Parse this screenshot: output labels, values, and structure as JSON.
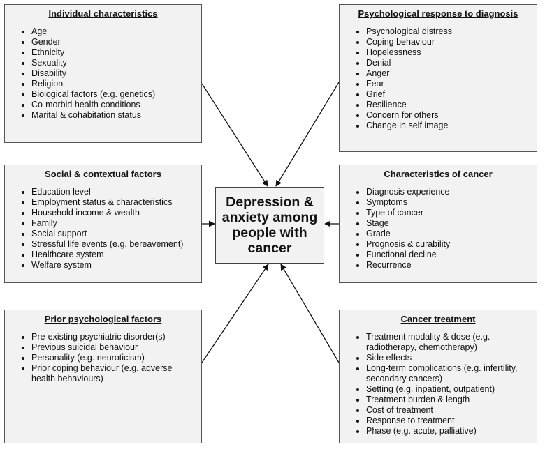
{
  "center": {
    "label": "Depression & anxiety among people with cancer"
  },
  "boxes": {
    "individual": {
      "title": "Individual characteristics",
      "items": [
        "Age",
        "Gender",
        "Ethnicity",
        "Sexuality",
        "Disability",
        "Religion",
        "Biological factors (e.g. genetics)",
        "Co-morbid health conditions",
        "Marital & cohabitation status"
      ]
    },
    "psychological_response": {
      "title": "Psychological response to diagnosis",
      "items": [
        "Psychological distress",
        "Coping behaviour",
        "Hopelessness",
        "Denial",
        "Anger",
        "Fear",
        "Grief",
        "Resilience",
        "Concern for others",
        "Change in self image"
      ]
    },
    "social": {
      "title": "Social & contextual factors",
      "items": [
        "Education level",
        "Employment status & characteristics",
        "Household income & wealth",
        "Family",
        "Social support",
        "Stressful life events (e.g. bereavement)",
        "Healthcare system",
        "Welfare system"
      ]
    },
    "cancer_characteristics": {
      "title": "Characteristics of cancer",
      "items": [
        "Diagnosis experience",
        "Symptoms",
        "Type of cancer",
        "Stage",
        "Grade",
        "Prognosis & curability",
        "Functional decline",
        "Recurrence"
      ]
    },
    "prior_psychological": {
      "title": "Prior psychological factors",
      "items": [
        "Pre-existing psychiatric disorder(s)",
        "Previous suicidal behaviour",
        "Personality (e.g. neuroticism)",
        "Prior coping behaviour (e.g. adverse health behaviours)"
      ]
    },
    "treatment": {
      "title": "Cancer treatment",
      "items": [
        "Treatment modality & dose (e.g. radiotherapy, chemotherapy)",
        "Side effects",
        "Long-term complications (e.g. infertility, secondary cancers)",
        "Setting (e.g. inpatient, outpatient)",
        "Treatment burden & length",
        "Cost of treatment",
        "Response to treatment",
        "Phase (e.g. acute, palliative)"
      ]
    }
  }
}
